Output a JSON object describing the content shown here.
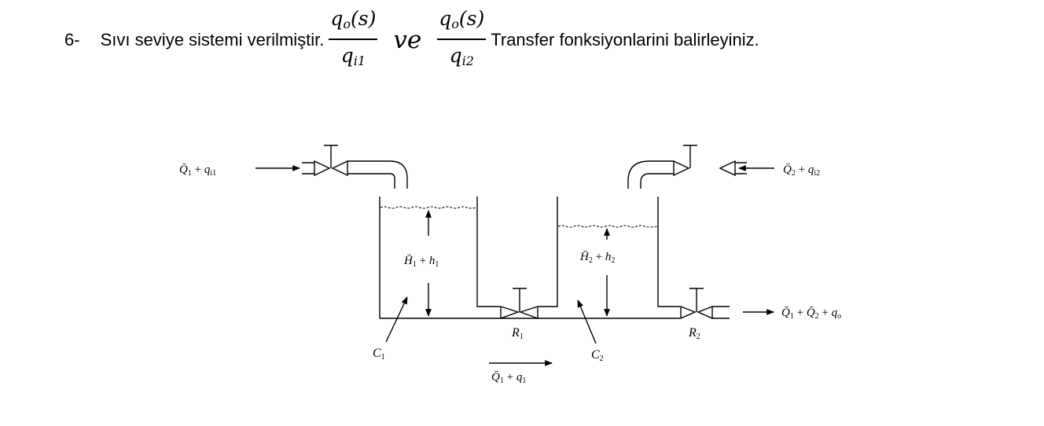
{
  "question": {
    "number": "6-",
    "text_before": "Sıvı seviye sistemi verilmiştir.",
    "fraction1": {
      "numerator": "q",
      "numerator_sub": "o",
      "numerator_tail": "(s)",
      "denominator": "q",
      "denominator_sub": "i1"
    },
    "conjunction": "ve",
    "fraction2": {
      "numerator": "q",
      "numerator_sub": "o",
      "numerator_tail": "(s)",
      "denominator": "q",
      "denominator_sub": "i2"
    },
    "text_after": "Transfer fonksiyonlarini balirleyiniz."
  },
  "diagram": {
    "inflow1": {
      "main": "Q̄",
      "main_sub": "1",
      "op": " + ",
      "var": "q",
      "var_sub": "i1"
    },
    "inflow2": {
      "main": "Q̄",
      "main_sub": "2",
      "op": " + ",
      "var": "q",
      "var_sub": "i2"
    },
    "level1": {
      "main": "H̄",
      "main_sub": "1",
      "op": " + ",
      "var": "h",
      "var_sub": "1"
    },
    "level2": {
      "main": "H̄",
      "main_sub": "2",
      "op": " + ",
      "var": "h",
      "var_sub": "2"
    },
    "outflow": {
      "a": "Q̄",
      "a_sub": "1",
      "op1": " + ",
      "b": "Q̄",
      "b_sub": "2",
      "op2": " + ",
      "c": "q",
      "c_sub": "o"
    },
    "connecting_flow": {
      "main": "Q̄",
      "main_sub": "1",
      "op": " + ",
      "var": "q",
      "var_sub": "1"
    },
    "tank1_capacitance": {
      "main": "C",
      "sub": "1"
    },
    "tank2_capacitance": {
      "main": "C",
      "sub": "2"
    },
    "valve1_resistance": {
      "main": "R",
      "sub": "1"
    },
    "valve2_resistance": {
      "main": "R",
      "sub": "2"
    }
  }
}
